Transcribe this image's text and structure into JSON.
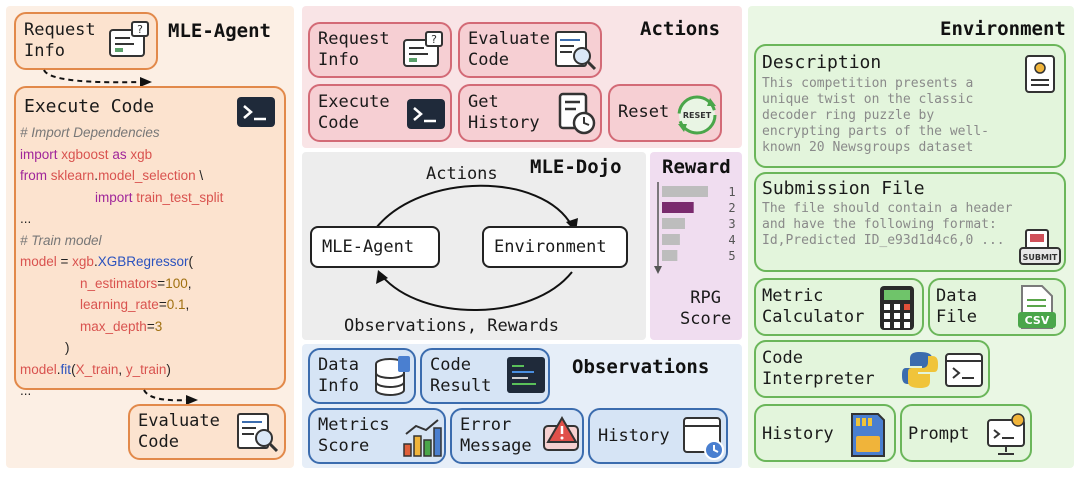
{
  "agent": {
    "title": "MLE-Agent",
    "request_info": "Request\nInfo",
    "execute_code": "Execute Code",
    "evaluate_code": "Evaluate\nCode",
    "code_lines": [
      [
        {
          "t": "# Import Dependencies",
          "c": "cm"
        }
      ],
      [
        {
          "t": "import ",
          "c": "kw"
        },
        {
          "t": "xgboost ",
          "c": "nm"
        },
        {
          "t": "as ",
          "c": "kw"
        },
        {
          "t": "xgb",
          "c": "nm"
        }
      ],
      [
        {
          "t": "from ",
          "c": "kw"
        },
        {
          "t": "sklearn",
          "c": "nm"
        },
        {
          "t": ".",
          "c": "tx"
        },
        {
          "t": "model_selection",
          "c": "nm"
        },
        {
          "t": " \\",
          "c": "tx"
        }
      ],
      [
        {
          "t": "                    import ",
          "c": "kw"
        },
        {
          "t": "train_test_split",
          "c": "nm"
        }
      ],
      [
        {
          "t": "...",
          "c": "tx"
        }
      ],
      [
        {
          "t": "# Train model",
          "c": "cm"
        }
      ],
      [
        {
          "t": "model",
          "c": "nm"
        },
        {
          "t": " = ",
          "c": "tx"
        },
        {
          "t": "xgb",
          "c": "nm"
        },
        {
          "t": ".",
          "c": "tx"
        },
        {
          "t": "XGBRegressor",
          "c": "fn"
        },
        {
          "t": "(",
          "c": "tx"
        }
      ],
      [
        {
          "t": "                n_estimators",
          "c": "nm"
        },
        {
          "t": "=",
          "c": "tx"
        },
        {
          "t": "100",
          "c": "no"
        },
        {
          "t": ",",
          "c": "tx"
        }
      ],
      [
        {
          "t": "                learning_rate",
          "c": "nm"
        },
        {
          "t": "=",
          "c": "tx"
        },
        {
          "t": "0.1",
          "c": "no"
        },
        {
          "t": ",",
          "c": "tx"
        }
      ],
      [
        {
          "t": "                max_depth",
          "c": "nm"
        },
        {
          "t": "=",
          "c": "tx"
        },
        {
          "t": "3",
          "c": "no"
        }
      ],
      [
        {
          "t": "            )",
          "c": "tx"
        }
      ],
      [
        {
          "t": "model",
          "c": "nm"
        },
        {
          "t": ".",
          "c": "tx"
        },
        {
          "t": "fit",
          "c": "fn"
        },
        {
          "t": "(",
          "c": "tx"
        },
        {
          "t": "X_train",
          "c": "nm"
        },
        {
          "t": ", ",
          "c": "tx"
        },
        {
          "t": "y_train",
          "c": "nm"
        },
        {
          "t": ")",
          "c": "tx"
        }
      ],
      [
        {
          "t": "...",
          "c": "tx"
        }
      ]
    ]
  },
  "actions": {
    "title": "Actions",
    "request_info": "Request\nInfo",
    "evaluate_code": "Evaluate\nCode",
    "execute_code": "Execute\nCode",
    "get_history": "Get\nHistory",
    "reset": "Reset",
    "reset_badge": "RESET"
  },
  "dojo": {
    "title": "MLE-Dojo",
    "actions_label": "Actions",
    "agent_label": "MLE-Agent",
    "env_label": "Environment",
    "feedback_label": "Observations, Rewards"
  },
  "reward": {
    "title": "Reward",
    "ranks": [
      "1",
      "2",
      "3",
      "4",
      "5"
    ],
    "bar_values": [
      0.9,
      0.62,
      0.45,
      0.35,
      0.3
    ],
    "highlight_color": "#7a2a6e",
    "bar_color": "#bdbdbd",
    "caption": "RPG\nScore"
  },
  "observations": {
    "title": "Observations",
    "data_info": "Data\nInfo",
    "code_result": "Code\nResult",
    "metrics_score": "Metrics\nScore",
    "error_message": "Error\nMessage",
    "history": "History"
  },
  "environment": {
    "title": "Environment",
    "description_title": "Description",
    "description_text": "This competition presents a unique twist on the classic decoder ring puzzle by encrypting parts of the well-known 20 Newsgroups dataset",
    "submission_title": "Submission File",
    "submission_text": "The file should contain a header and have the following format: Id,Predicted ID_e93d1d4c6,0 ...",
    "submit_badge": "SUBMIT",
    "metric_calculator": "Metric\nCalculator",
    "data_file": "Data\nFile",
    "csv_badge": "CSV",
    "code_interpreter": "Code\nInterpreter",
    "history": "History",
    "prompt": "Prompt"
  },
  "colors": {
    "agent_bg": "#fcefe4",
    "actions_bg": "#f9e4e6",
    "dojo_bg": "#ededed",
    "reward_bg": "#f0ddf0",
    "obs_bg": "#e6eef8",
    "env_bg": "#eaf7e4"
  }
}
